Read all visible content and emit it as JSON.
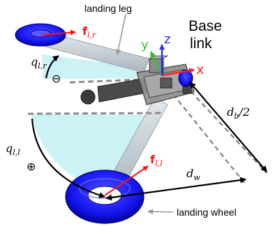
{
  "labels": {
    "landing_leg": "landing leg",
    "base_link": "Base\nlink",
    "landing_wheel": "landing wheel",
    "axis_x": "x",
    "axis_y": "y",
    "axis_z": "z"
  },
  "math": {
    "f_lr": "f",
    "f_lr_sub": "l,r",
    "q_lr": "q",
    "q_lr_sub": "l,r",
    "q_ll": "q",
    "q_ll_sub": "l,l",
    "f_ll": "f",
    "f_ll_sub": "l,l",
    "d_b2": "d",
    "d_b2_sub": "b",
    "d_b2_tail": "/2",
    "d_w": "d",
    "d_w_sub": "w",
    "minus": "⊖",
    "plus": "⊕"
  },
  "colors": {
    "wheel_blue": "#1a1aff",
    "leg_gray": "#c8d0d6",
    "plane_cyan": "#b9eef2",
    "axis_x": "#ff2020",
    "axis_y": "#22cc22",
    "axis_z": "#2a2aff",
    "force_red": "#ff1010"
  }
}
